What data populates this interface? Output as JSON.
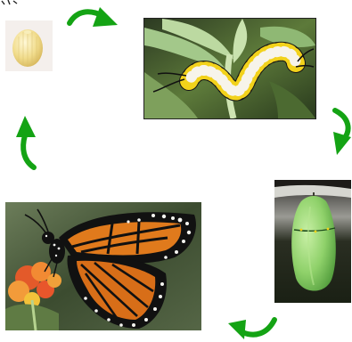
{
  "diagram": {
    "stages": [
      {
        "stage": "egg",
        "icon": "monarch-egg-photo"
      },
      {
        "stage": "caterpillar",
        "icon": "monarch-caterpillar-photo"
      },
      {
        "stage": "chrysalis",
        "icon": "monarch-chrysalis-photo"
      },
      {
        "stage": "butterfly",
        "icon": "monarch-butterfly-photo"
      }
    ],
    "arrows": [
      {
        "from": "egg",
        "to": "caterpillar",
        "icon": "curved-arrow-icon"
      },
      {
        "from": "caterpillar",
        "to": "chrysalis",
        "icon": "curved-arrow-icon"
      },
      {
        "from": "chrysalis",
        "to": "butterfly",
        "icon": "curved-arrow-icon"
      },
      {
        "from": "butterfly",
        "to": "egg",
        "icon": "curved-arrow-icon"
      }
    ],
    "colors": {
      "arrow": "#14a314",
      "background": "#ffffff",
      "caterpillar_yellow": "#f2d21b",
      "chrysalis_green": "#8fd16a",
      "butterfly_orange": "#e07a1c"
    }
  }
}
